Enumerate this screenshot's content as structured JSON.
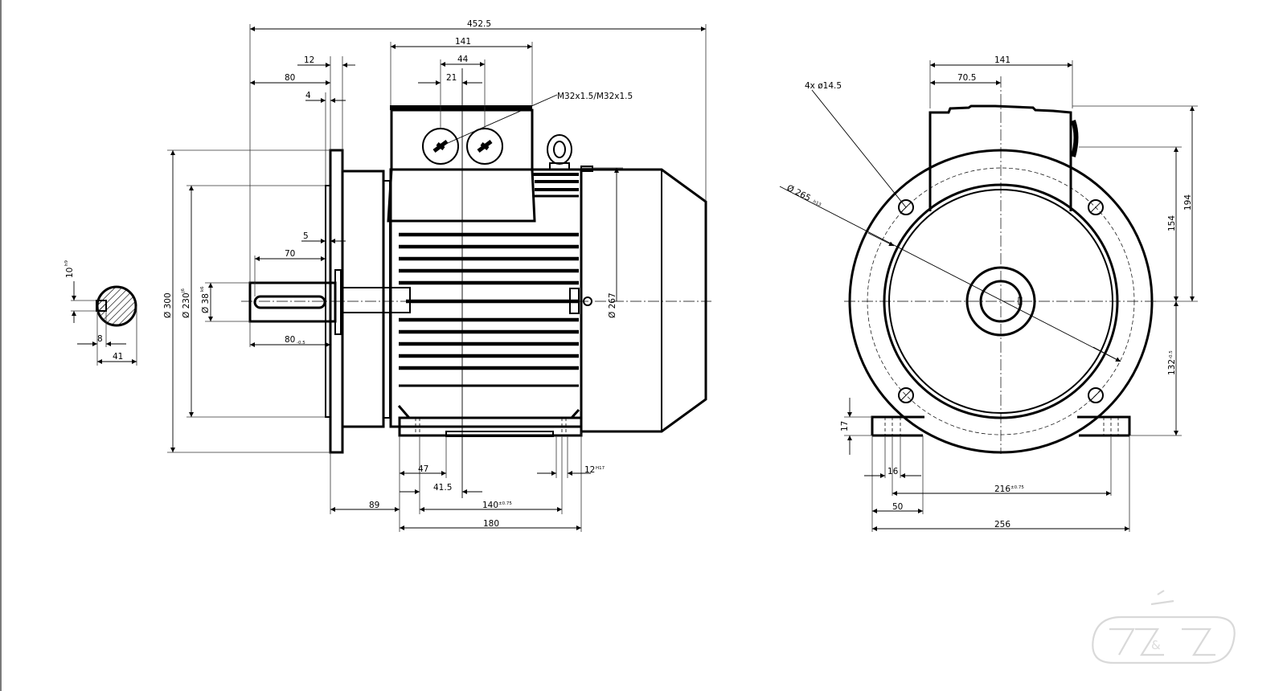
{
  "drawing": {
    "title": "Three-phase motor dimensional drawing (B35 frame 132)",
    "units": "mm"
  },
  "side_view": {
    "dimensions": {
      "overall_length": "452.5",
      "terminal_box_width": "141",
      "gland_spacing": "44",
      "gland_offset": "21",
      "cable_glands": "M32x1.5/M32x1.5",
      "flange_thickness": "12",
      "shaft_to_flange": "80",
      "spigot": "4",
      "spigot_depth": "5",
      "key_length": "70",
      "shaft_length": "80",
      "shaft_length_tol": "-0.5",
      "flange_dia": "Ø 300",
      "spigot_dia": "Ø 230",
      "spigot_dia_tol": "j6",
      "shaft_dia": "Ø 38",
      "shaft_dia_tol": "k6",
      "body_dia": "Ø 267",
      "foot_hole_offset": "47",
      "foot_to_box_center": "41.5",
      "flange_to_foot": "89",
      "foot_hole_spacing": "140",
      "foot_hole_spacing_tol": "±0.75",
      "foot_length": "180",
      "foot_hole": "12",
      "foot_hole_tol": "H17"
    }
  },
  "shaft_section": {
    "dimensions": {
      "key_width": "10",
      "key_width_tol": "h9",
      "key_depth": "8",
      "shaft_height": "41"
    }
  },
  "end_view": {
    "dimensions": {
      "box_width": "141",
      "box_half": "70.5",
      "flange_holes": "4x  ø14.5",
      "pcd": "Ø 265",
      "pcd_tol": "h13",
      "box_height": "194",
      "box_center": "154",
      "shaft_height": "132",
      "shaft_height_tol": "-0.5",
      "foot_thickness": "17",
      "foot_hole": "16",
      "foot_hole_spacing": "216",
      "foot_hole_spacing_tol": "±0.75",
      "foot_width": "50",
      "base_width": "256"
    }
  },
  "logo": {
    "text": "TZ&Z"
  }
}
